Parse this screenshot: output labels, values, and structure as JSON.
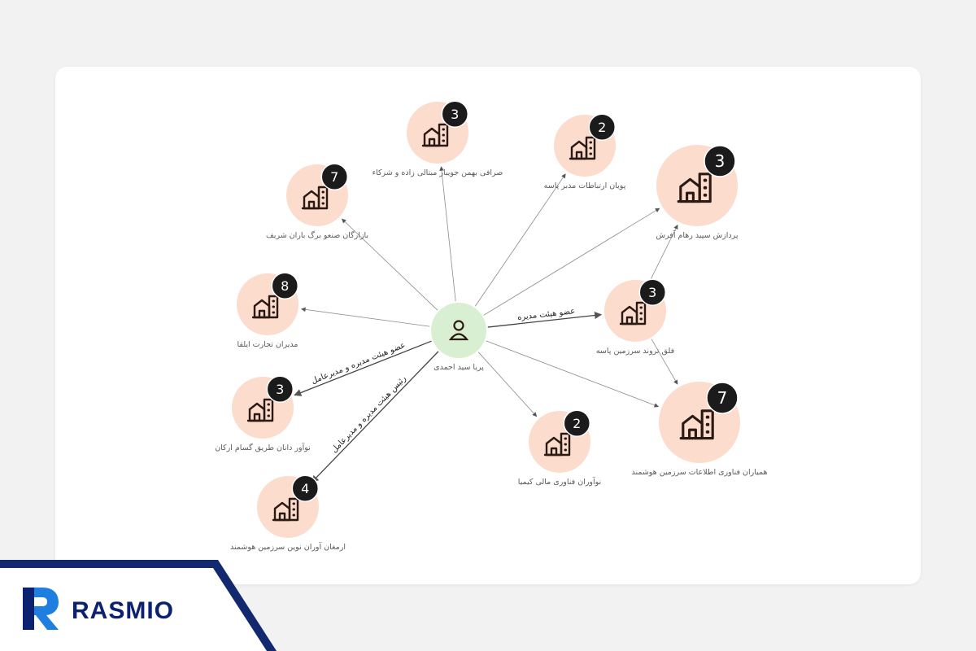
{
  "graph": {
    "center": {
      "label": "پریا سید احمدی",
      "icon": "person-icon"
    },
    "companies": [
      {
        "id": "c1",
        "label": "صرافی بهمن جویبار مبتالی زاده و شرکاء",
        "count": "3",
        "icon": "building-icon",
        "size": "md"
      },
      {
        "id": "c2",
        "label": "پویان ارتباطات مدبر پاسه",
        "count": "2",
        "icon": "building-icon",
        "size": "md"
      },
      {
        "id": "c3",
        "label": "پردازش سپید رهام آفرش",
        "count": "3",
        "icon": "building-icon",
        "size": "lg"
      },
      {
        "id": "c4",
        "label": "فلق تروند سرزمین پاسه",
        "count": "3",
        "icon": "building-icon",
        "size": "md"
      },
      {
        "id": "c5",
        "label": "همیاران فناوری اطلاعات سرزمین هوشمند",
        "count": "7",
        "icon": "building-icon",
        "size": "lg"
      },
      {
        "id": "c6",
        "label": "نوآوران فناوری مالی کیمیا",
        "count": "2",
        "icon": "building-icon",
        "size": "md"
      },
      {
        "id": "c7",
        "label": "ارمغان آوران نوین سرزمین هوشمند",
        "count": "4",
        "icon": "building-icon",
        "size": "md"
      },
      {
        "id": "c8",
        "label": "نوآور دانان طریق گسام ارکان",
        "count": "3",
        "icon": "building-icon",
        "size": "md"
      },
      {
        "id": "c9",
        "label": "مدیران تجارت ایلقا",
        "count": "8",
        "icon": "building-icon",
        "size": "md"
      },
      {
        "id": "c10",
        "label": "بازارگان صنعو برگ باران شریف",
        "count": "7",
        "icon": "building-icon",
        "size": "md"
      }
    ],
    "edges": [
      {
        "from": "center",
        "to": "c1",
        "label": ""
      },
      {
        "from": "center",
        "to": "c2",
        "label": ""
      },
      {
        "from": "center",
        "to": "c3",
        "label": ""
      },
      {
        "from": "center",
        "to": "c4",
        "label": "عضو هیئت مدیره"
      },
      {
        "from": "center",
        "to": "c5",
        "label": ""
      },
      {
        "from": "center",
        "to": "c6",
        "label": ""
      },
      {
        "from": "center",
        "to": "c7",
        "label": "رئیس هیئت مدیره و مدیرعامل"
      },
      {
        "from": "center",
        "to": "c8",
        "label": "عضو هیئت مدیره و مدیرعامل"
      },
      {
        "from": "center",
        "to": "c9",
        "label": ""
      },
      {
        "from": "center",
        "to": "c10",
        "label": ""
      },
      {
        "from": "c4",
        "to": "c3",
        "label": ""
      },
      {
        "from": "c4",
        "to": "c5",
        "label": ""
      }
    ],
    "colors": {
      "company_fill": "#fbdccd",
      "center_fill": "#d9efd2",
      "icon_color": "#2b1a14",
      "badge_fill": "#1b1b1b",
      "edge_color": "#8a8a8a"
    }
  },
  "brand": {
    "name": "RASMIO",
    "logo_icon": "rasmio-logo-icon",
    "primary_color": "#0c2170",
    "accent_color": "#1f7fe0"
  }
}
